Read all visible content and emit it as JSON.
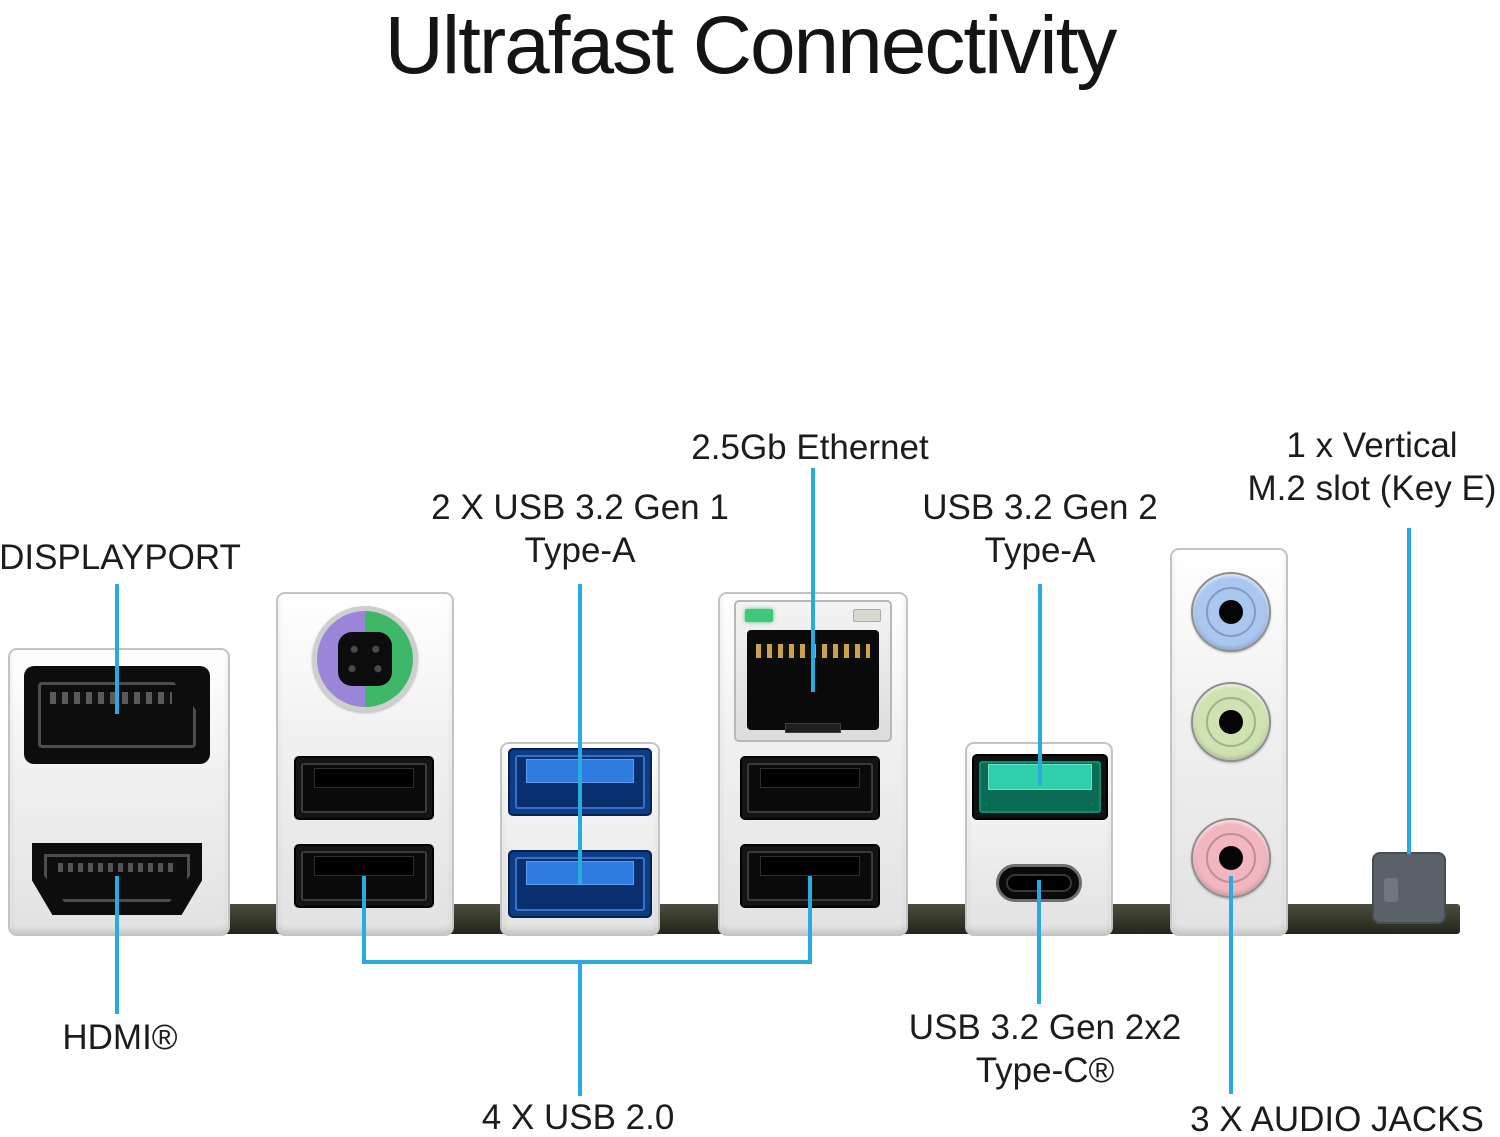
{
  "title": "Ultrafast Connectivity",
  "callouts": {
    "displayport": "DISPLAYPORT",
    "hdmi": "HDMI®",
    "usb32_gen1": "2 X USB 3.2 Gen 1\nType-A",
    "ethernet": "2.5Gb Ethernet",
    "usb32_gen2": "USB 3.2 Gen 2\nType-A",
    "m2_slot": "1 x Vertical\nM.2 slot (Key E)",
    "usb20": "4 X USB 2.0",
    "usb32_gen2x2": "USB 3.2 Gen 2x2\nType-C®",
    "audio_jacks": "3 X AUDIO JACKS"
  },
  "colors": {
    "leader_line": "#29abe2",
    "text": "#1c1c1c",
    "usb3_gen1_blue": "#2f7ce1",
    "usb3_gen2_teal": "#2fd0ab",
    "ps2_purple": "#9b85d8",
    "ps2_green": "#3fb768",
    "audio_line_in_blue": "#aac7ef",
    "audio_line_out_green": "#cfe2b2",
    "audio_mic_pink": "#f2b6c0",
    "ethernet_led_green": "#3ec878",
    "board_edge": "#353829"
  },
  "ports": [
    {
      "name": "displayport-port"
    },
    {
      "name": "hdmi-port"
    },
    {
      "name": "ps2-combo-port"
    },
    {
      "name": "usb2-port-1"
    },
    {
      "name": "usb2-port-2"
    },
    {
      "name": "usb3-gen1-port-1"
    },
    {
      "name": "usb3-gen1-port-2"
    },
    {
      "name": "ethernet-rj45-port"
    },
    {
      "name": "usb2-port-3"
    },
    {
      "name": "usb2-port-4"
    },
    {
      "name": "usb3-gen2-typea-port"
    },
    {
      "name": "usb3-gen2x2-typec-port"
    },
    {
      "name": "audio-jack-line-in"
    },
    {
      "name": "audio-jack-line-out"
    },
    {
      "name": "audio-jack-mic"
    },
    {
      "name": "m2-key-e-slot"
    }
  ]
}
